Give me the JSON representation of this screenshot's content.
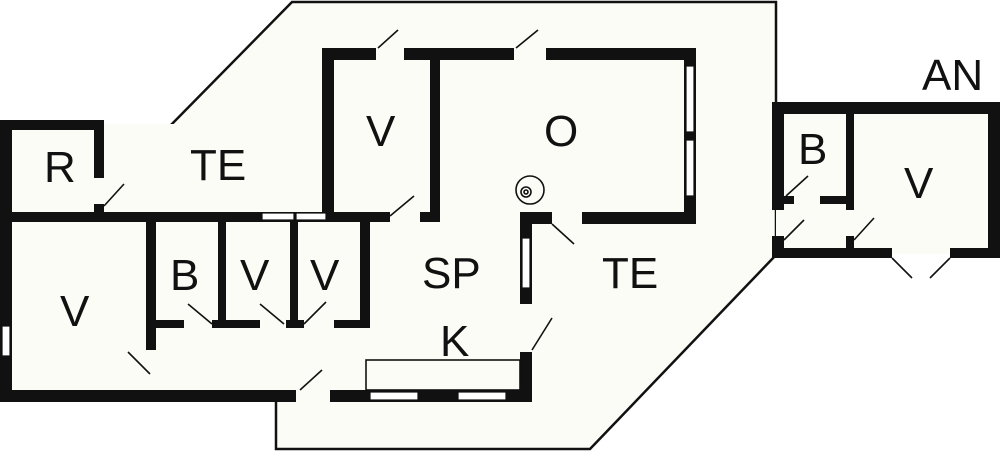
{
  "plan": {
    "labels": {
      "r": "R",
      "te_left": "TE",
      "v_top": "V",
      "o": "O",
      "b_small": "B",
      "v_mid1": "V",
      "v_mid2": "V",
      "sp": "SP",
      "te_right": "TE",
      "v_left": "V",
      "k": "K",
      "an": "AN",
      "an_b": "B",
      "an_v": "V"
    },
    "colors": {
      "wall": "#111111",
      "floor": "#fbfcf6",
      "background": "#ffffff"
    }
  }
}
